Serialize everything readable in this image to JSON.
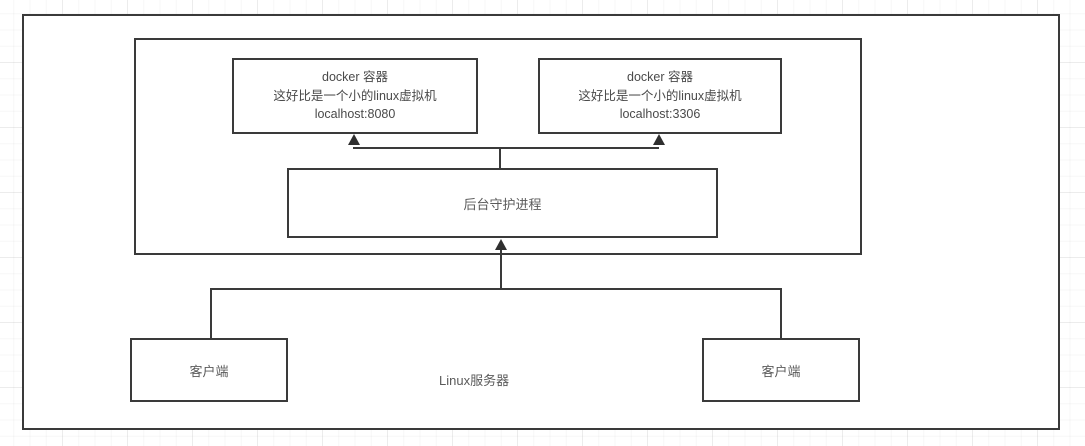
{
  "diagram": {
    "title": "Docker on Linux Server architecture",
    "server": {
      "name": "linux-server-outer-boundary",
      "label": "Linux服务器"
    },
    "docker_engine": {
      "name": "docker-engine-boundary",
      "label": ""
    },
    "containers": [
      {
        "title": "docker 容器",
        "description": "这好比是一个小的linux虚拟机",
        "address": "localhost:8080"
      },
      {
        "title": "docker 容器",
        "description": "这好比是一个小的linux虚拟机",
        "address": "localhost:3306"
      }
    ],
    "daemon": {
      "label": "后台守护进程"
    },
    "clients": [
      {
        "label": "客户端"
      },
      {
        "label": "客户端"
      }
    ]
  },
  "colors": {
    "stroke": "#3a3a3a",
    "text": "#4a4a4a",
    "background": "#ffffff",
    "grid": "#f0f0f0"
  }
}
